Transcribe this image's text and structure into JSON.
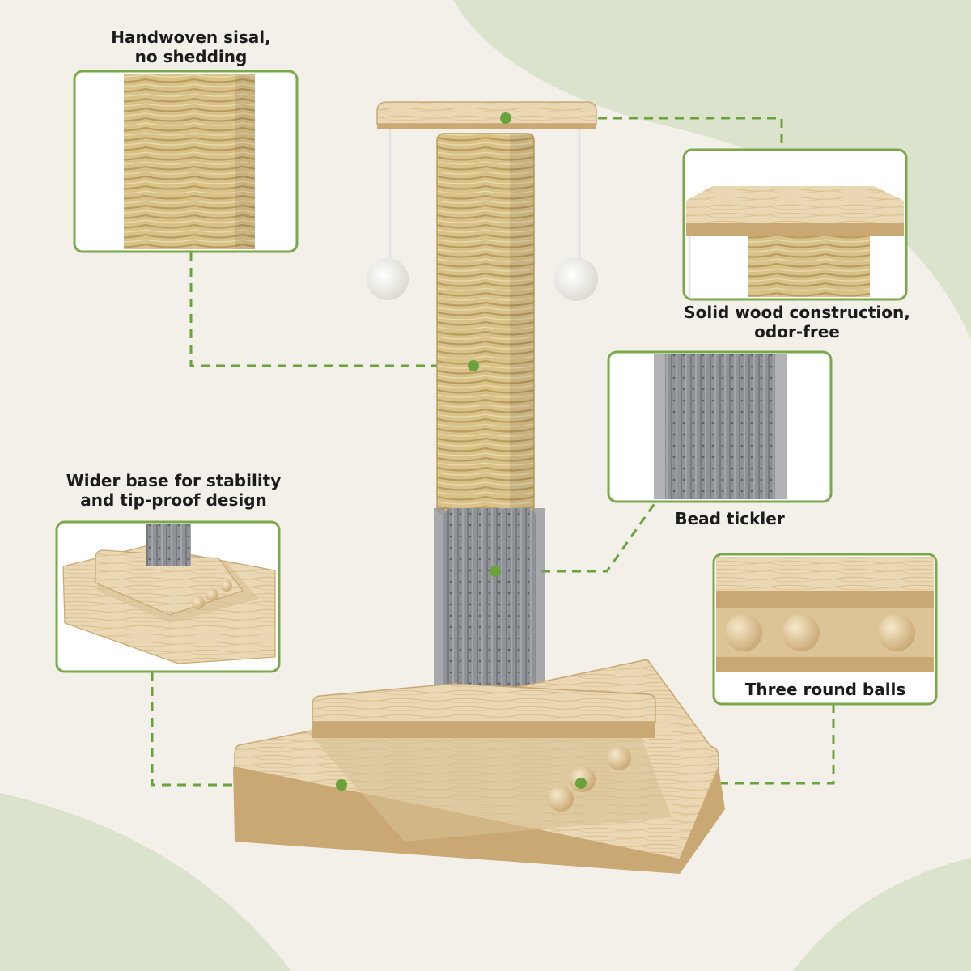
{
  "callouts": {
    "sisal": {
      "line1": "Handwoven sisal,",
      "line2": "no shedding"
    },
    "wood": {
      "line1": "Solid wood construction,",
      "line2": "odor-free"
    },
    "base": {
      "line1": "Wider base for stability",
      "line2": "and tip-proof design"
    },
    "tickler": {
      "line1": "Bead tickler"
    },
    "balls": {
      "line1": "Three round balls"
    }
  },
  "colors": {
    "background": "#f3f0ea",
    "background_wave": "#dce3cd",
    "accent_green": "#6aa33b",
    "panel_border": "#7aa84a",
    "sisal": "#d9c28a",
    "sisal_shadow": "#b99d5c",
    "wood": "#e8d4ae",
    "wood_edge": "#c9a874",
    "brush": "#8f9297",
    "ball": "#e6d1a8",
    "pompom": "#f2efe8"
  }
}
